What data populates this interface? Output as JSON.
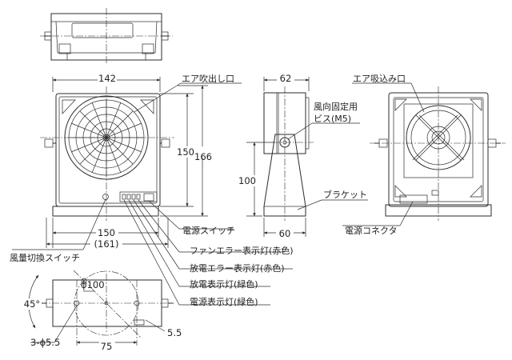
{
  "labels": {
    "air_outlet": "エア吹出し口",
    "air_inlet": "エア吸込み口",
    "fixing_screw_line1": "風向固定用",
    "fixing_screw_line2": "ビス(M5)",
    "bracket": "ブラケット",
    "power_switch": "電源スイッチ",
    "fan_error_lamp": "ファンエラー表示灯(赤色)",
    "discharge_error_lamp": "放電エラー表示灯(赤色)",
    "discharge_lamp": "放電表示灯(緑色)",
    "power_lamp": "電源表示灯(緑色)",
    "power_connector": "電源コネクタ",
    "airflow_switch": "風量切換スイッチ"
  },
  "dimensions": {
    "front_width": "142",
    "front_height_inner": "150",
    "front_height_outer": "166",
    "side_depth": "62",
    "side_height": "100",
    "side_base": "60",
    "base_width": "150",
    "base_width_total": "(161)",
    "hole_circle": "ϕ100",
    "angle": "45°",
    "holes": "3-ϕ5.5",
    "hole_pitch": "75",
    "slot": "5.5"
  }
}
